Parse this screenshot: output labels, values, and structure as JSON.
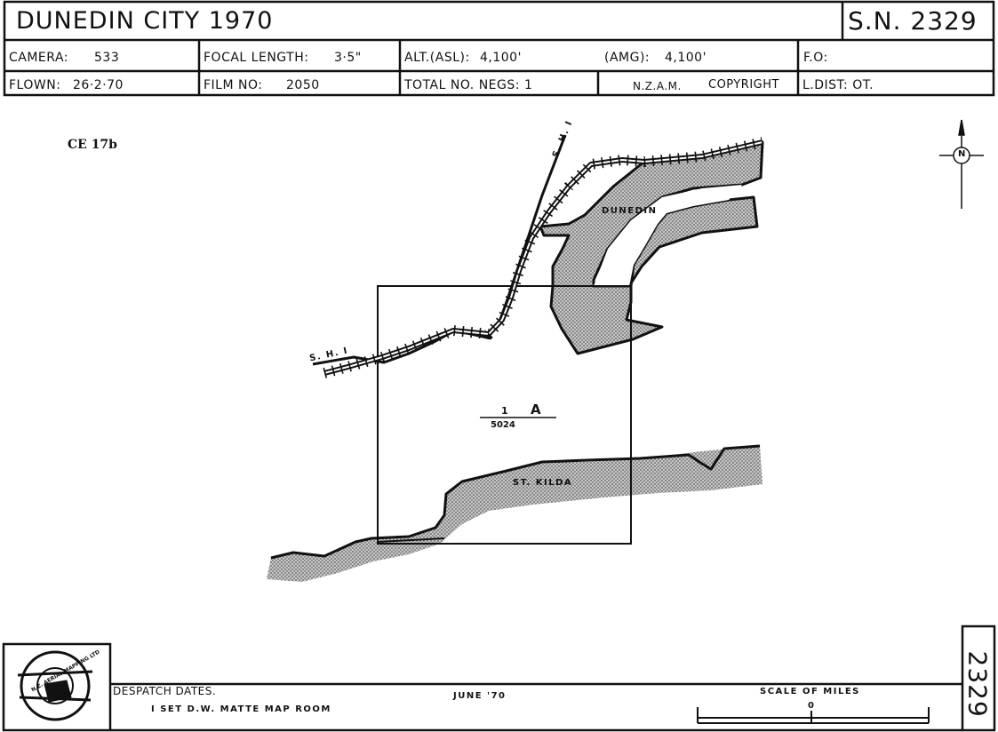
{
  "header": {
    "title": "DUNEDIN   CITY   1970",
    "sortie": "S.N. 2329",
    "camera_label": "CAMERA:",
    "camera": "533",
    "focal_label": "FOCAL LENGTH:",
    "focal": "3·5\"",
    "alt_label": "ALT.(ASL):",
    "alt": "4,100'",
    "amg_label": "(AMG):",
    "amg": "4,100'",
    "fo_label": "F.O:",
    "flown_label": "FLOWN:",
    "flown": "26·2·70",
    "film_label": "FILM NO:",
    "film": "2050",
    "negs_label": "TOTAL NO. NEGS:",
    "negs": "1",
    "org": "N.Z.A.M.",
    "copyright": "COPYRIGHT",
    "ldist": "L.DIST: OT."
  },
  "map": {
    "ref": "CE 17b",
    "place_dunedin": "DUNEDIN",
    "place_st_kilda": "ST. KILDA",
    "road_north": "S. H. I",
    "road_west": "S. H. I",
    "frame_number": "1",
    "frame_letter": "A",
    "frame_film": "5024",
    "north": "N"
  },
  "footer": {
    "despatch_label": "DESPATCH DATES.",
    "despatch_item": "I   SET   D.W.  MATTE   MAP   ROOM",
    "date": "JUNE  '70",
    "scale_label": "SCALE  OF  MILES",
    "scale_zero": "0",
    "side_number": "2329",
    "logo_text": "N.Z. AERIAL MAPPING LTD"
  }
}
